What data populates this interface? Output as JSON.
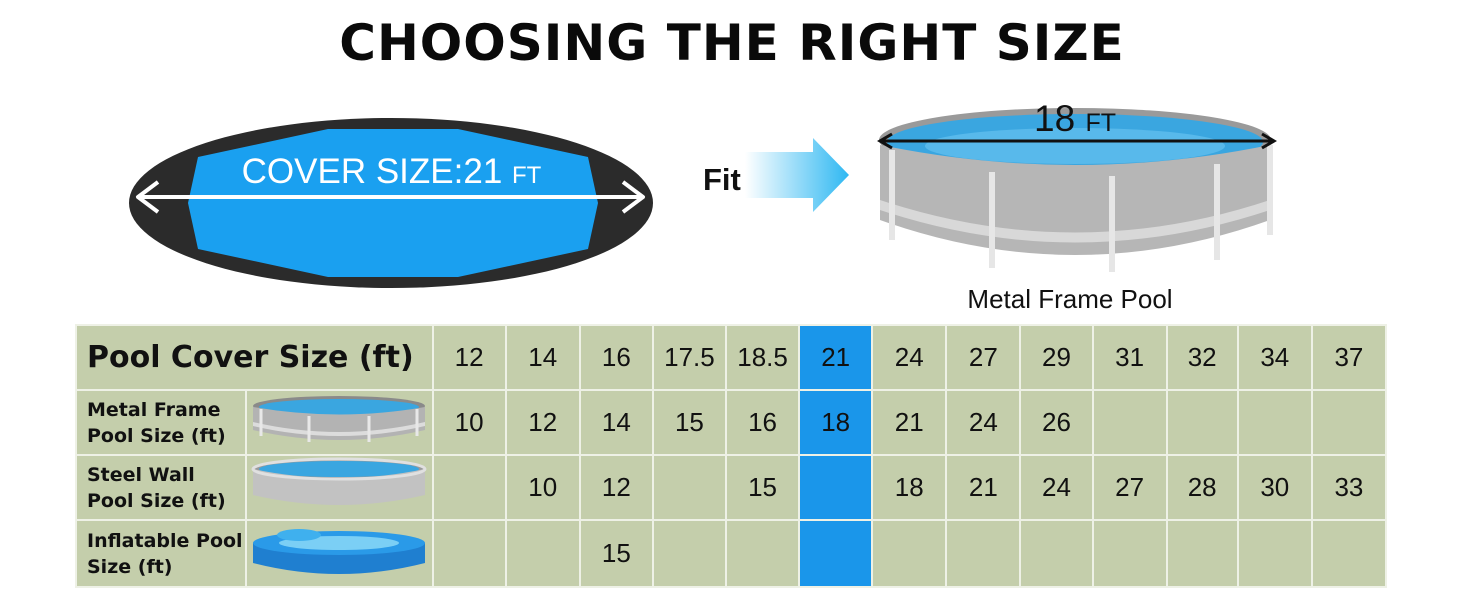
{
  "title": "CHOOSING THE RIGHT SIZE",
  "cover": {
    "label": "COVER SIZE:21",
    "unit": "FT"
  },
  "fit": "Fit",
  "pool": {
    "dimension": "18",
    "unit": "FT",
    "caption": "Metal Frame Pool"
  },
  "colors": {
    "highlight": "#1a96ea",
    "table_bg": "#c4ceab",
    "cover_rim": "#2b2b2b",
    "cover_center": "#1aa0f0"
  },
  "table": {
    "header": "Pool Cover Size (ft)",
    "cover_sizes": [
      "12",
      "14",
      "16",
      "17.5",
      "18.5",
      "21",
      "24",
      "27",
      "29",
      "31",
      "32",
      "34",
      "37"
    ],
    "highlight_index": 5,
    "rows": [
      {
        "label": "Metal Frame Pool Size (ft)",
        "icon": "metal-frame-pool-icon",
        "values": [
          "10",
          "12",
          "14",
          "15",
          "16",
          "18",
          "21",
          "24",
          "26",
          "",
          "",
          "",
          ""
        ]
      },
      {
        "label": "Steel Wall Pool Size (ft)",
        "icon": "steel-wall-pool-icon",
        "values": [
          "",
          "10",
          "12",
          "",
          "15",
          "",
          "18",
          "21",
          "24",
          "27",
          "28",
          "30",
          "33"
        ]
      },
      {
        "label": "Inflatable Pool Size (ft)",
        "icon": "inflatable-pool-icon",
        "values": [
          "",
          "",
          "15",
          "",
          "",
          "",
          "",
          "",
          "",
          "",
          "",
          "",
          ""
        ]
      }
    ]
  }
}
